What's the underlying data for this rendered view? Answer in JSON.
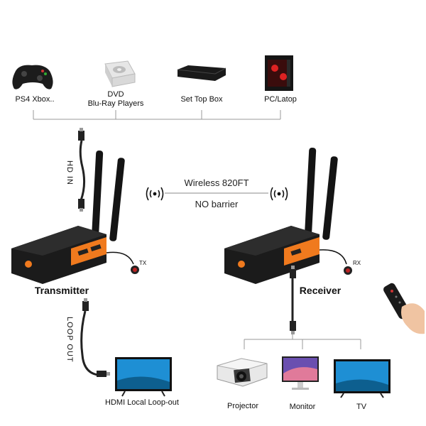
{
  "sources": [
    {
      "label": "PS4 Xbox..",
      "icon": "gamepad-icon"
    },
    {
      "label": "DVD\nBlu-Ray Players",
      "icon": "dvd-player-icon"
    },
    {
      "label": "Set Top Box",
      "icon": "set-top-box-icon"
    },
    {
      "label": "PC/Latop",
      "icon": "pc-tower-icon"
    }
  ],
  "hd_in_label": "HD IN",
  "loop_out_label": "LOOP OUT",
  "wireless": {
    "distance": "Wireless 820FT",
    "condition": "NO barrier"
  },
  "transmitter": {
    "title": "Transmitter",
    "ir_tag": "TX"
  },
  "receiver": {
    "title": "Receiver",
    "ir_tag": "RX"
  },
  "loop_display": "HDMI Local Loop-out",
  "outputs": [
    {
      "label": "Projector",
      "icon": "projector-icon"
    },
    {
      "label": "Monitor",
      "icon": "monitor-icon"
    },
    {
      "label": "TV",
      "icon": "tv-icon"
    }
  ],
  "colors": {
    "device_body": "#1b1b1b",
    "accent": "#f07a1e",
    "screen": "#1e8fd4"
  }
}
